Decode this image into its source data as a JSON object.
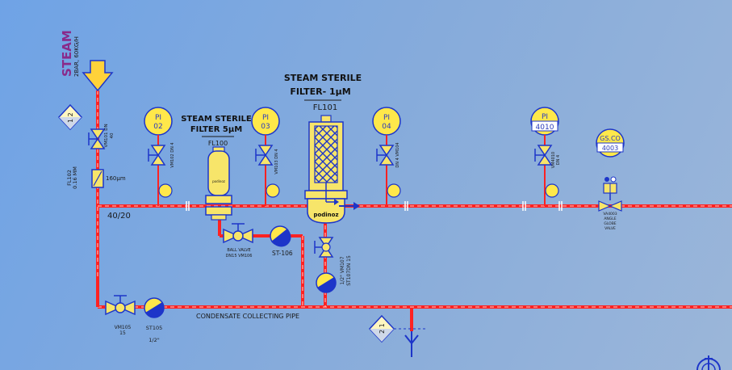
{
  "steam": {
    "title": "STEAM",
    "sub": "2BAR, 60KG/H"
  },
  "tags": {
    "pi02": [
      "PI",
      "02"
    ],
    "pi03": [
      "PI",
      "03"
    ],
    "pi04": [
      "PI",
      "04"
    ],
    "pi4010": [
      "PI",
      "4010"
    ],
    "gs4003": [
      "GS.CO",
      "4003"
    ],
    "tri12": "1 2",
    "tri21": "2 1"
  },
  "filters": {
    "fl100_title": [
      "STEAM STERILE",
      "FILTER 5μM"
    ],
    "fl100_tag": "FL100",
    "fl101_title": [
      "STEAM STERILE",
      "FILTER- 1μM"
    ],
    "fl101_tag": "FL101",
    "brand": "podinoz"
  },
  "labels": {
    "vm101": [
      "VM101 DN",
      "40"
    ],
    "fl102": [
      "FL102",
      "0.16 MM"
    ],
    "filter_size": "160μm",
    "line_size": "40/20",
    "vm102": "VM102 DN 4",
    "vm103": "VM103 DN 4",
    "vm104": "DN 4 VM104",
    "vm4010": [
      "VM4010",
      "DN 4"
    ],
    "ball_valve": [
      "BALL VALVE",
      "DN15 VM106"
    ],
    "st106": "ST-106",
    "vm107": [
      "1/2\"  VM107",
      "ST107DN 15"
    ],
    "vm105": [
      "VM105",
      "15"
    ],
    "st105": [
      "ST105",
      "1/2\""
    ],
    "condensate": "CONDENSATE COLLECTING PIPE",
    "va4003": [
      "VA4003",
      "ANGLE",
      "GLOBE",
      "VALVE"
    ]
  },
  "colors": {
    "pipe": "#ff2222",
    "instrument": "#ffe84a",
    "valve": "#f7e56a",
    "outline": "#1d35c9"
  }
}
